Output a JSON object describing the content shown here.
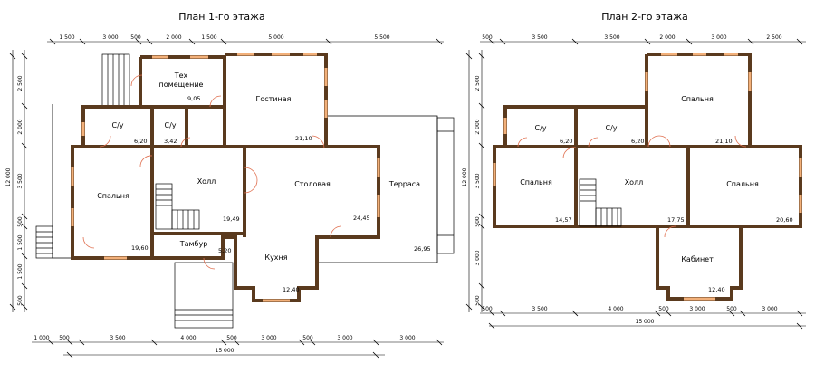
{
  "plans": [
    {
      "title": "План 1-го этажа",
      "rooms": [
        {
          "name": "Тех\nпомещение",
          "line1": "Тех",
          "line2": "помещение",
          "area": "9,05"
        },
        {
          "name": "Гостиная",
          "area": "21,10"
        },
        {
          "name": "С/у",
          "area": "6,20"
        },
        {
          "name": "С/у",
          "area": "3,42"
        },
        {
          "name": "Спальня",
          "area": "19,60"
        },
        {
          "name": "Холл",
          "area": "19,49"
        },
        {
          "name": "Столовая",
          "area": "24,45"
        },
        {
          "name": "Терраса",
          "area": "26,95"
        },
        {
          "name": "Тамбур",
          "area": "5,20"
        },
        {
          "name": "Кухня",
          "area": "12,40"
        }
      ],
      "top_dims": [
        "1 500",
        "3 000",
        "500",
        "2 000",
        "1 500",
        "5 000",
        "5 500"
      ],
      "bottom_dims": [
        "1 000",
        "500",
        "3 500",
        "4 000",
        "500",
        "3 000",
        "500",
        "3 000",
        "3 000"
      ],
      "total": "15 000",
      "left_dims": [
        "2 500",
        "2 000",
        "3 500",
        "500",
        "1 500",
        "1 500",
        "500"
      ],
      "left_total": "12 000"
    },
    {
      "title": "План 2-го этажа",
      "rooms": [
        {
          "name": "С/у",
          "area": "6,20"
        },
        {
          "name": "С/у",
          "area": "6,20"
        },
        {
          "name": "Спальня",
          "area": "21,10"
        },
        {
          "name": "Спальня",
          "area": "14,57"
        },
        {
          "name": "Холл",
          "area": "17,75"
        },
        {
          "name": "Спальня",
          "area": "20,60"
        },
        {
          "name": "Кабинет",
          "area": "12,40"
        }
      ],
      "top_dims": [
        "500",
        "3 500",
        "3 500",
        "2 000",
        "3 000",
        "2 500"
      ],
      "bottom_dims": [
        "500",
        "3 500",
        "4 000",
        "500",
        "3 000",
        "500",
        "3 000"
      ],
      "total": "15 000",
      "left_dims": [
        "2 500",
        "2 000",
        "3 500",
        "500",
        "3 000",
        "500"
      ],
      "left_total": "12 000"
    }
  ]
}
